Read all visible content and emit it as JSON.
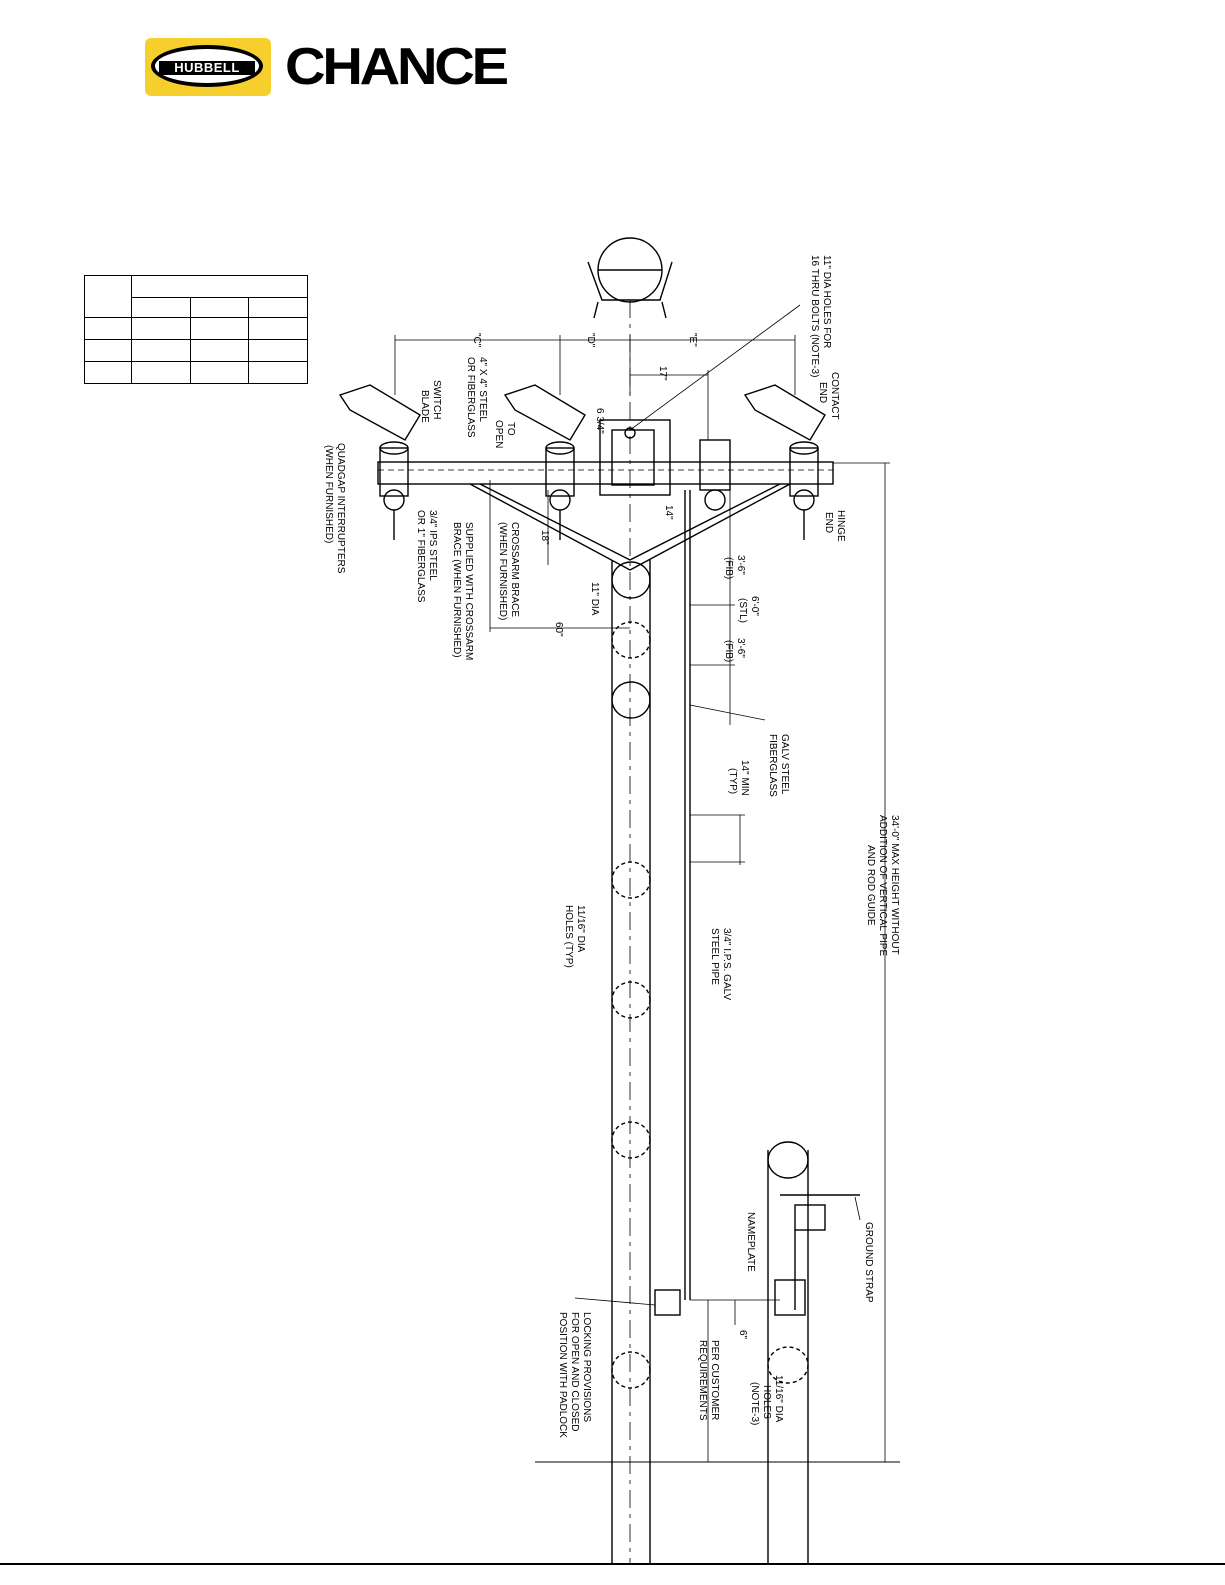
{
  "logo": {
    "hubbell": "HUBBELL",
    "chance": "CHANCE",
    "colors": {
      "badge": "#f7cf2c",
      "text": "#000000"
    }
  },
  "table": {
    "rows": 5,
    "cols": 4
  },
  "labels": {
    "thru_bolts_1": "11\" DIA HOLES FOR",
    "thru_bolts_2": "16  THRU BOLTS (NOTE-3)",
    "dim_c": "\"C\"",
    "dim_d": "\"D\"",
    "dim_e": "\"E\"",
    "dim_17": "17\"",
    "contact_end_1": "CONTACT",
    "contact_end_2": "END",
    "hinge_end_1": "HINGE",
    "hinge_end_2": "END",
    "steel_1": "4\" X 4\" STEEL",
    "steel_2": "OR FIBERGLASS",
    "switch_1": "SWITCH",
    "switch_2": "BLADE",
    "to_open_1": "TO",
    "to_open_2": "OPEN",
    "dim_63_4": "6 3/4\"",
    "dim_14": "14\"",
    "dim_18": "18\"",
    "quadgap_1": "QUADGAP INTERRUPTERS",
    "quadgap_2": "(WHEN FURNISHED)",
    "ips_1": "3/4\" IPS STEEL",
    "ips_2": "OR 1\" FIBERGLASS",
    "supplied_1": "SUPPLIED WITH CROSSARM",
    "supplied_2": "BRACE (WHEN FURNISHED)",
    "crossarm_1": "CROSSARM BRACE",
    "crossarm_2": "(WHEN FURNISHED)",
    "dia_11_16": "11\" DIA",
    "dim_60": "60\"",
    "dim_36_fib_a1": "3'-6\"",
    "dim_36_fib_a2": "(FIB)",
    "dim_60_stl_1": "6'-0\"",
    "dim_60_stl_2": "(STL)",
    "dim_36_fib_b1": "3'-6\"",
    "dim_36_fib_b2": "(FIB)",
    "galv_1": "GALV STEEL",
    "galv_2": "FIBERGLASS",
    "min14_1": "14\" MIN",
    "min14_2": "(TYP)",
    "max_1": "34'-0\" MAX HEIGHT WITHOUT",
    "max_2": "ADDITION OF VERTICAL PIPE",
    "max_3": "AND ROD GUIDE",
    "holes_1": "11/16\" DIA",
    "holes_2": "HOLES (TYP)",
    "pipe_1": "3/4\" I.P.S. GALV",
    "pipe_2": "STEEL PIPE",
    "nameplate": "NAMEPLATE",
    "ground": "GROUND STRAP",
    "customer_1": "PER CUSTOMER",
    "customer_2": "REQUIREMENTS",
    "dim_6": "6\"",
    "holes3_1": "11/16\" DIA",
    "holes3_2": "HOLES",
    "holes3_3": "(NOTE-3)",
    "locking_1": "LOCKING PROVISIONS",
    "locking_2": "FOR OPEN AND CLOSED",
    "locking_3": "POSITION WITH PADLOCK"
  }
}
